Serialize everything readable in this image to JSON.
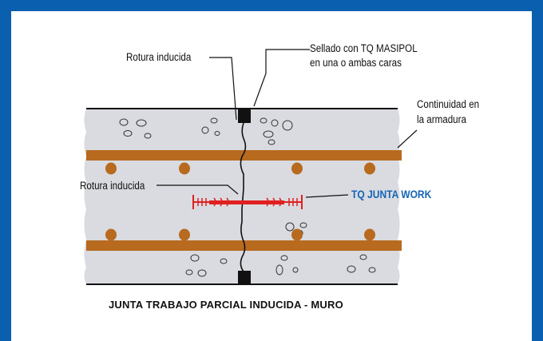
{
  "labels": {
    "rotura_top": "Rotura inducida",
    "sellado_line1": "Sellado con TQ MASIPOL",
    "sellado_line2": "en una o ambas caras",
    "continuidad_line1": "Continuidad en",
    "continuidad_line2": "la armadura",
    "rotura_mid": "Rotura inducida",
    "product": "TQ JUNTA WORK"
  },
  "caption": "JUNTA TRABAJO PARCIAL INDUCIDA - MURO",
  "colors": {
    "frame": "#0a5fae",
    "concrete": "#d9dbe0",
    "rebar": "#b86a1f",
    "waterstop": "#e02020",
    "product_text": "#1565b4",
    "seal": "#111111"
  }
}
